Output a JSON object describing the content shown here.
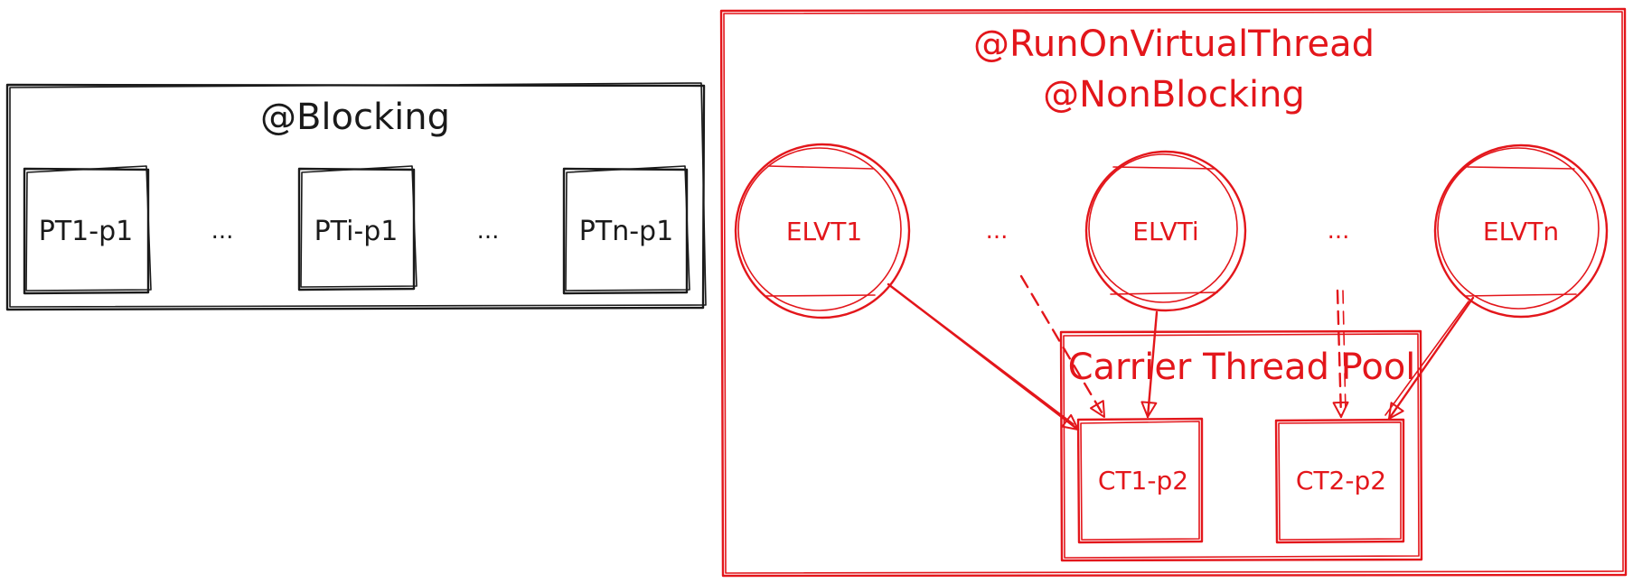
{
  "colors": {
    "black": "#1a1a1a",
    "red": "#e3161b"
  },
  "blocking": {
    "title": "@Blocking",
    "threads": [
      "PT1-p1",
      "PTi-p1",
      "PTn-p1"
    ],
    "ellipsis": "..."
  },
  "virtual": {
    "title_line1": "@RunOnVirtualThread",
    "title_line2": "@NonBlocking",
    "event_loops": [
      "ELVT1",
      "ELVTi",
      "ELVTn"
    ],
    "ellipsis": "...",
    "pool": {
      "title": "Carrier Thread Pool",
      "threads": [
        "CT1-p2",
        "CT2-p2"
      ]
    }
  }
}
